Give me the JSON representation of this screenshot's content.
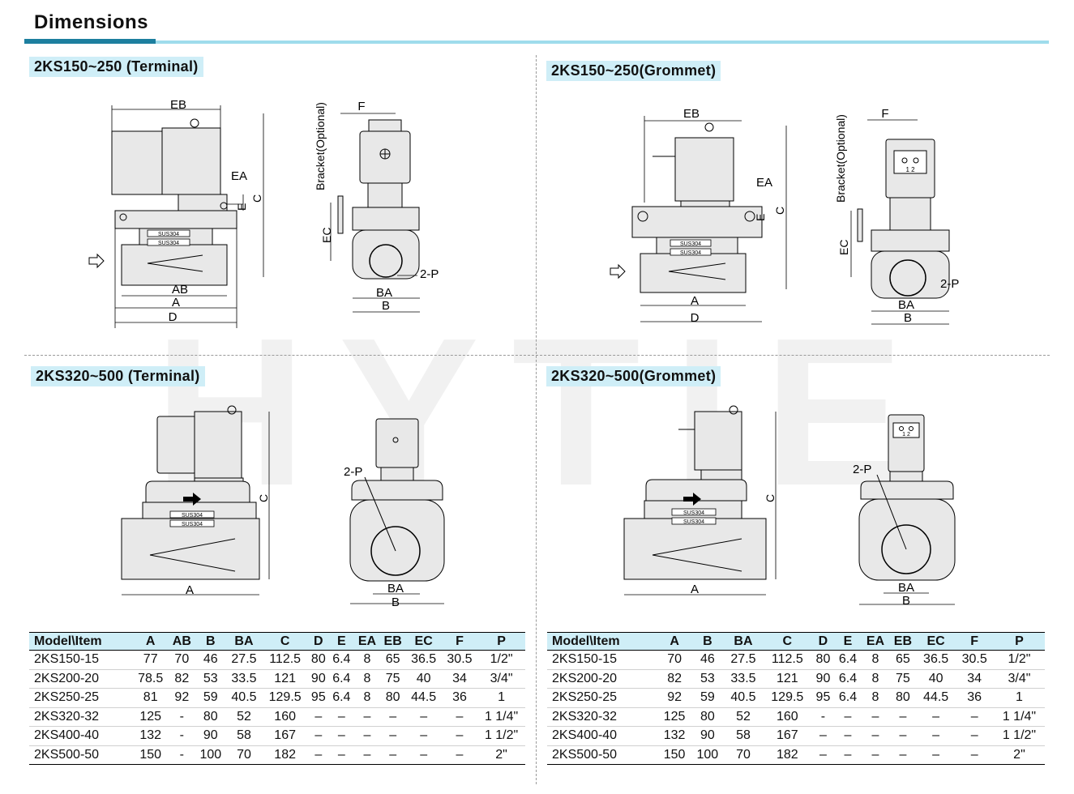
{
  "header": {
    "title": "Dimensions"
  },
  "watermark": "HYTIE",
  "sections": {
    "tl": "2KS150~250 (Terminal)",
    "tr": "2KS150~250(Grommet)",
    "bl": "2KS320~500 (Terminal)",
    "br": "2KS320~500(Grommet)"
  },
  "labels": {
    "EB": "EB",
    "EA": "EA",
    "E": "E",
    "C": "C",
    "AB": "AB",
    "A": "A",
    "D": "D",
    "F": "F",
    "EC": "EC",
    "BA": "BA",
    "B": "B",
    "P2": "2-P",
    "bracket": "Bracket(Optional)",
    "sus": "SUS304",
    "pins": "1 2"
  },
  "table_left": {
    "headers": [
      "Model\\Item",
      "A",
      "AB",
      "B",
      "BA",
      "C",
      "D",
      "E",
      "EA",
      "EB",
      "EC",
      "F",
      "P"
    ],
    "rows": [
      [
        "2KS150-15",
        "77",
        "70",
        "46",
        "27.5",
        "112.5",
        "80",
        "6.4",
        "8",
        "65",
        "36.5",
        "30.5",
        "1/2\""
      ],
      [
        "2KS200-20",
        "78.5",
        "82",
        "53",
        "33.5",
        "121",
        "90",
        "6.4",
        "8",
        "75",
        "40",
        "34",
        "3/4\""
      ],
      [
        "2KS250-25",
        "81",
        "92",
        "59",
        "40.5",
        "129.5",
        "95",
        "6.4",
        "8",
        "80",
        "44.5",
        "36",
        "1"
      ],
      [
        "2KS320-32",
        "125",
        "-",
        "80",
        "52",
        "160",
        "–",
        "–",
        "–",
        "–",
        "–",
        "–",
        "1 1/4\""
      ],
      [
        "2KS400-40",
        "132",
        "-",
        "90",
        "58",
        "167",
        "–",
        "–",
        "–",
        "–",
        "–",
        "–",
        "1 1/2\""
      ],
      [
        "2KS500-50",
        "150",
        "-",
        "100",
        "70",
        "182",
        "–",
        "–",
        "–",
        "–",
        "–",
        "–",
        "2\""
      ]
    ]
  },
  "table_right": {
    "headers": [
      "Model\\Item",
      "A",
      "B",
      "BA",
      "C",
      "D",
      "E",
      "EA",
      "EB",
      "EC",
      "F",
      "P"
    ],
    "rows": [
      [
        "2KS150-15",
        "70",
        "46",
        "27.5",
        "112.5",
        "80",
        "6.4",
        "8",
        "65",
        "36.5",
        "30.5",
        "1/2\""
      ],
      [
        "2KS200-20",
        "82",
        "53",
        "33.5",
        "121",
        "90",
        "6.4",
        "8",
        "75",
        "40",
        "34",
        "3/4\""
      ],
      [
        "2KS250-25",
        "92",
        "59",
        "40.5",
        "129.5",
        "95",
        "6.4",
        "8",
        "80",
        "44.5",
        "36",
        "1"
      ],
      [
        "2KS320-32",
        "125",
        "80",
        "52",
        "160",
        "-",
        "–",
        "–",
        "–",
        "–",
        "–",
        "1 1/4\""
      ],
      [
        "2KS400-40",
        "132",
        "90",
        "58",
        "167",
        "–",
        "–",
        "–",
        "–",
        "–",
        "–",
        "1 1/2\""
      ],
      [
        "2KS500-50",
        "150",
        "100",
        "70",
        "182",
        "–",
        "–",
        "–",
        "–",
        "–",
        "–",
        "2\""
      ]
    ]
  }
}
